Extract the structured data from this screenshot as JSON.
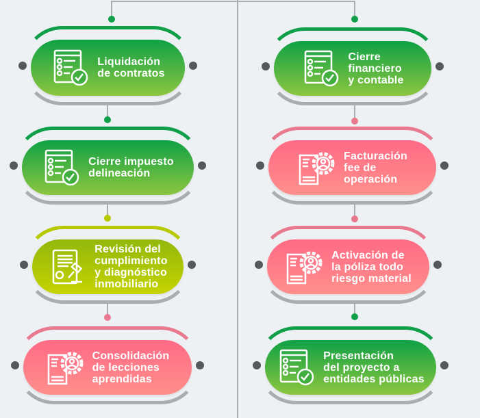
{
  "colors": {
    "green": "#0e9f48",
    "olive": "#b7c900",
    "pink": "#e9798e",
    "gray": "#a9acb0"
  },
  "left_column": [
    {
      "title": "Liquidación\nde contratos",
      "theme": "green",
      "icon": "checklist-icon"
    },
    {
      "title": "Cierre impuesto\ndelineación",
      "theme": "green",
      "icon": "checklist-icon"
    },
    {
      "title": "Revisión del\ncumplimiento\ny diagnóstico\ninmobiliario",
      "theme": "olive",
      "icon": "legal-document-gavel-icon"
    },
    {
      "title": "Consolidación\nde lecciones\naprendidas",
      "theme": "pink",
      "icon": "gear-user-document-icon"
    }
  ],
  "right_column": [
    {
      "title": "Cierre\nfinanciero\ny contable",
      "theme": "green",
      "icon": "checklist-icon"
    },
    {
      "title": "Facturación\nfee de\noperación",
      "theme": "pink",
      "icon": "gear-user-document-icon"
    },
    {
      "title": "Activación de\nla póliza todo\nriesgo material",
      "theme": "pink",
      "icon": "gear-user-document-icon"
    },
    {
      "title": "Presentación\ndel proyecto a\nentidades públicas",
      "theme": "green",
      "icon": "checklist-icon"
    }
  ]
}
